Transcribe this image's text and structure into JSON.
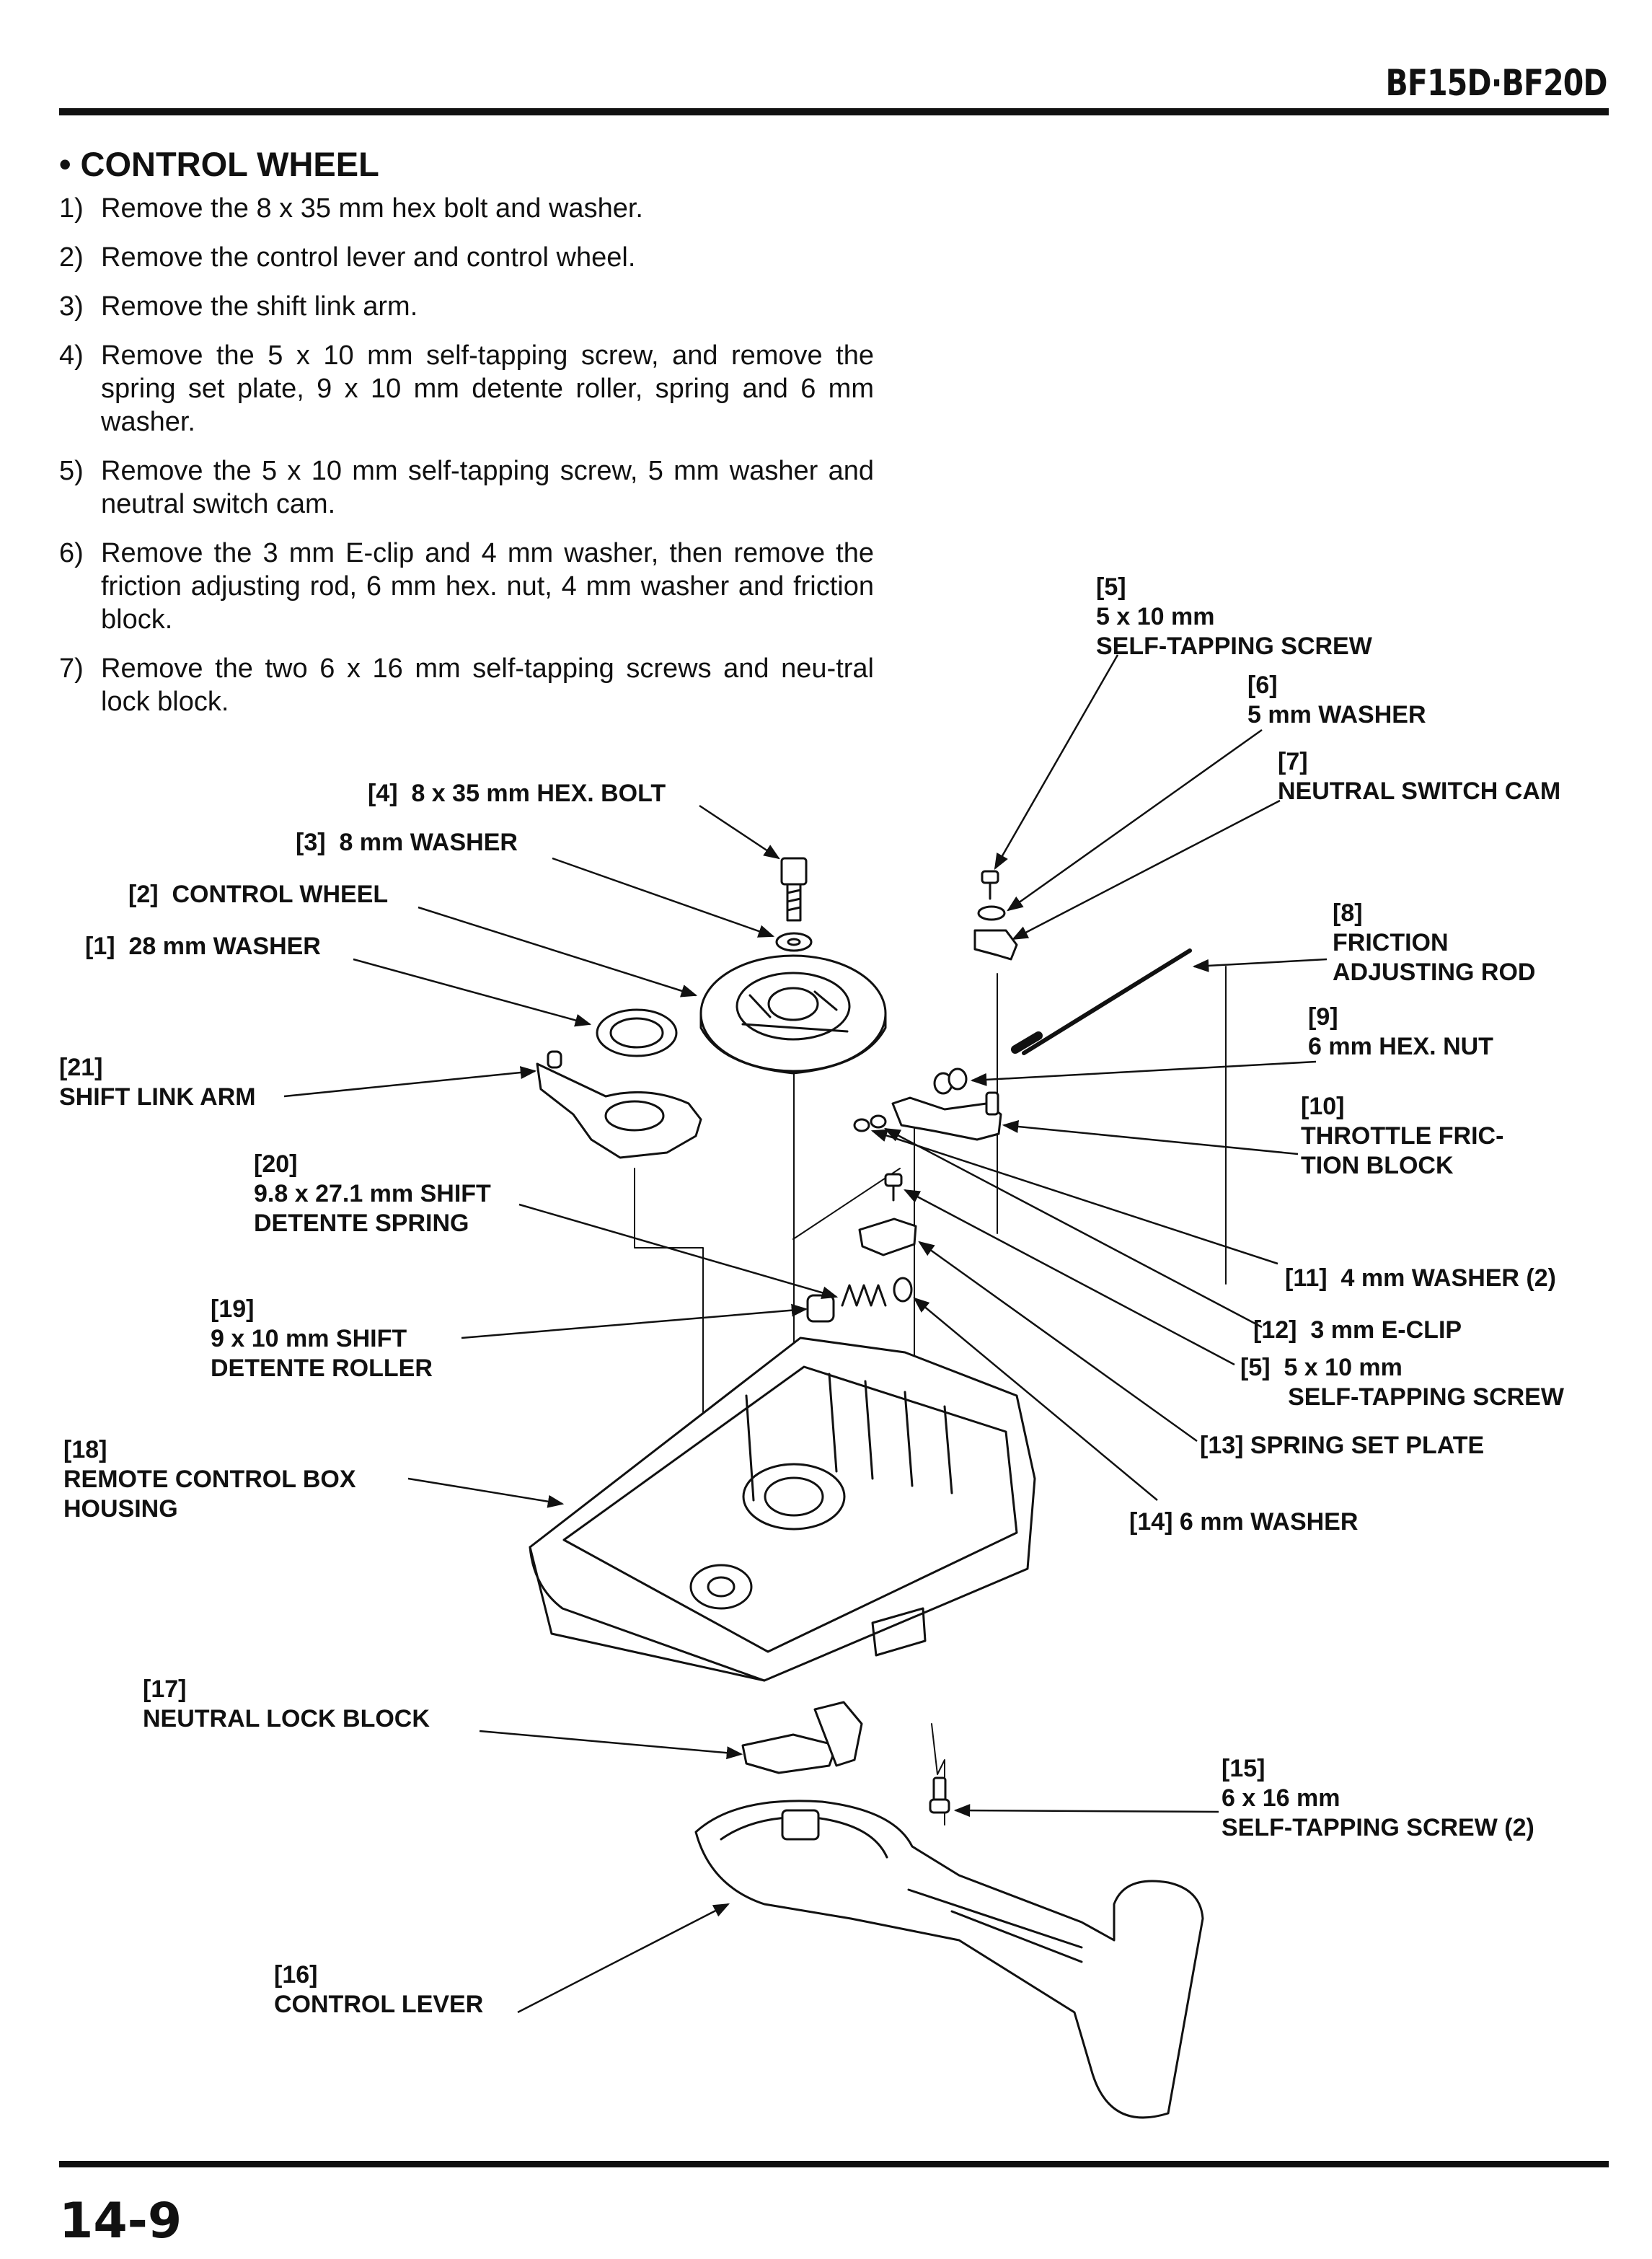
{
  "header": {
    "model": "BF15D·BF20D"
  },
  "section": {
    "title": "• CONTROL WHEEL"
  },
  "steps": [
    {
      "num": "1)",
      "text": "Remove the 8 x 35 mm hex bolt and washer."
    },
    {
      "num": "2)",
      "text": "Remove the control lever and control wheel."
    },
    {
      "num": "3)",
      "text": "Remove the shift link arm."
    },
    {
      "num": "4)",
      "text": "Remove the 5 x 10 mm self-tapping screw, and remove the spring set plate, 9 x 10 mm detente roller, spring and 6 mm washer."
    },
    {
      "num": "5)",
      "text": "Remove the 5 x 10 mm self-tapping screw, 5 mm washer and neutral switch cam."
    },
    {
      "num": "6)",
      "text": "Remove the 3 mm E-clip and 4 mm washer, then remove the friction adjusting rod, 6 mm hex. nut, 4 mm washer and friction block."
    },
    {
      "num": "7)",
      "text": "Remove the two 6 x 16 mm self-tapping screws and neu-tral lock block."
    }
  ],
  "callouts": {
    "c1": "[1]  28 mm WASHER",
    "c2": "[2]  CONTROL WHEEL",
    "c3": "[3]  8 mm WASHER",
    "c4": "[4]  8 x 35 mm HEX. BOLT",
    "c5a": "[5]\n5 x 10 mm\nSELF-TAPPING SCREW",
    "c6": "[6]\n5 mm WASHER",
    "c7": "[7]\nNEUTRAL SWITCH CAM",
    "c8": "[8]\nFRICTION\nADJUSTING ROD",
    "c9": "[9]\n6 mm HEX. NUT",
    "c10": "[10]\nTHROTTLE FRIC-\nTION BLOCK",
    "c11": "[11]  4 mm WASHER (2)",
    "c12": "[12]  3 mm E-CLIP",
    "c5b": "[5]  5 x 10 mm\n       SELF-TAPPING SCREW",
    "c13": "[13] SPRING SET PLATE",
    "c14": "[14] 6 mm WASHER",
    "c15": "[15]\n6 x 16 mm\nSELF-TAPPING SCREW (2)",
    "c16": "[16]\nCONTROL LEVER",
    "c17": "[17]\nNEUTRAL LOCK BLOCK",
    "c18": "[18]\nREMOTE CONTROL BOX\nHOUSING",
    "c19": "[19]\n9 x 10 mm SHIFT\nDETENTE ROLLER",
    "c20": "[20]\n9.8 x 27.1 mm SHIFT\nDETENTE SPRING",
    "c21": "[21]\nSHIFT LINK ARM"
  },
  "footer": {
    "page": "14-9"
  }
}
